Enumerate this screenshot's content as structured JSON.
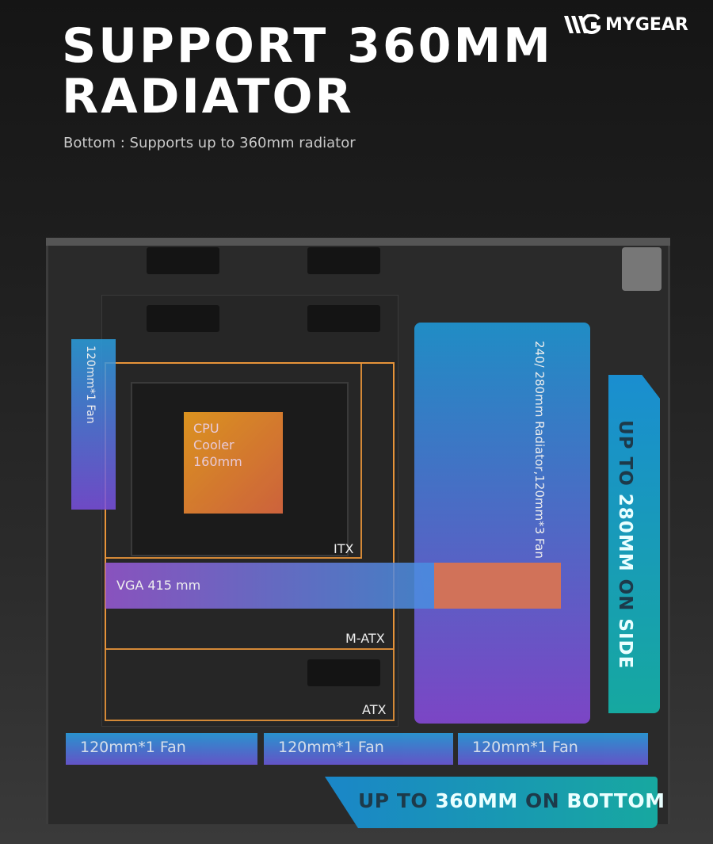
{
  "title": {
    "line1": "SUPPORT 360MM",
    "line2": "RADIATOR"
  },
  "subtitle": "Bottom : Supports up to 360mm radiator",
  "brand": {
    "name": "MYGEAR",
    "icon": "mygear-logo-icon"
  },
  "labels": {
    "left_fan": "120mm*1 Fan",
    "cpu": [
      "CPU",
      "Cooler",
      "160mm"
    ],
    "itx": "ITX",
    "matx": "M-ATX",
    "atx": "ATX",
    "vga": "VGA 415 mm",
    "radiator": [
      "240/ 280mm Radiator,",
      "120mm*3 Fan"
    ]
  },
  "bottom_fans": [
    "120mm*1 Fan",
    "120mm*1 Fan",
    "120mm*1 Fan"
  ],
  "side_banner": {
    "p1": "UP TO ",
    "p2": "280MM ",
    "p3": "ON ",
    "p4": "SIDE"
  },
  "bottom_banner": {
    "p1": "UP TO ",
    "p2": "360MM ",
    "p3": "ON ",
    "p4": "BOTTOM"
  }
}
